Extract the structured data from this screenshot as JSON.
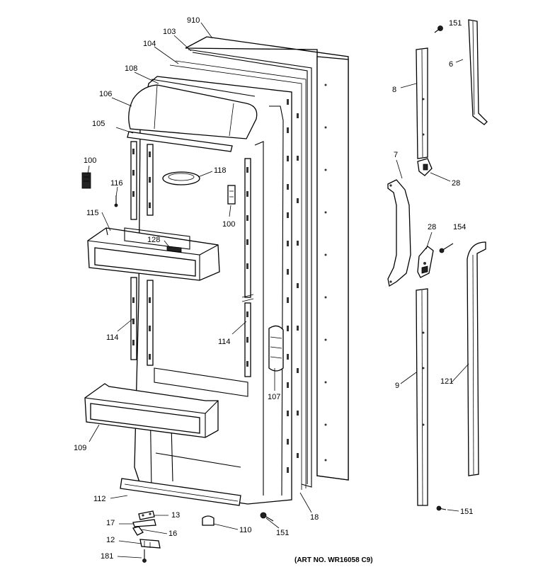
{
  "art_number": "(ART NO. WR16058 C9)",
  "callouts": [
    {
      "id": "c910",
      "label": "910"
    },
    {
      "id": "c103",
      "label": "103"
    },
    {
      "id": "c104",
      "label": "104"
    },
    {
      "id": "c108",
      "label": "108"
    },
    {
      "id": "c106",
      "label": "106"
    },
    {
      "id": "c105",
      "label": "105"
    },
    {
      "id": "c100a",
      "label": "100"
    },
    {
      "id": "c116",
      "label": "116"
    },
    {
      "id": "c118",
      "label": "118"
    },
    {
      "id": "c100b",
      "label": "100"
    },
    {
      "id": "c115",
      "label": "115"
    },
    {
      "id": "c128",
      "label": "128"
    },
    {
      "id": "c114a",
      "label": "114"
    },
    {
      "id": "c114b",
      "label": "114"
    },
    {
      "id": "c107",
      "label": "107"
    },
    {
      "id": "c109",
      "label": "109"
    },
    {
      "id": "c112",
      "label": "112"
    },
    {
      "id": "c13",
      "label": "13"
    },
    {
      "id": "c17",
      "label": "17"
    },
    {
      "id": "c16",
      "label": "16"
    },
    {
      "id": "c12",
      "label": "12"
    },
    {
      "id": "c181",
      "label": "181"
    },
    {
      "id": "c110",
      "label": "110"
    },
    {
      "id": "c151a",
      "label": "151"
    },
    {
      "id": "c18",
      "label": "18"
    },
    {
      "id": "c151b",
      "label": "151"
    },
    {
      "id": "c6",
      "label": "6"
    },
    {
      "id": "c8",
      "label": "8"
    },
    {
      "id": "c7",
      "label": "7"
    },
    {
      "id": "c28a",
      "label": "28"
    },
    {
      "id": "c28b",
      "label": "28"
    },
    {
      "id": "c154",
      "label": "154"
    },
    {
      "id": "c9",
      "label": "9"
    },
    {
      "id": "c121",
      "label": "121"
    },
    {
      "id": "c151c",
      "label": "151"
    }
  ]
}
